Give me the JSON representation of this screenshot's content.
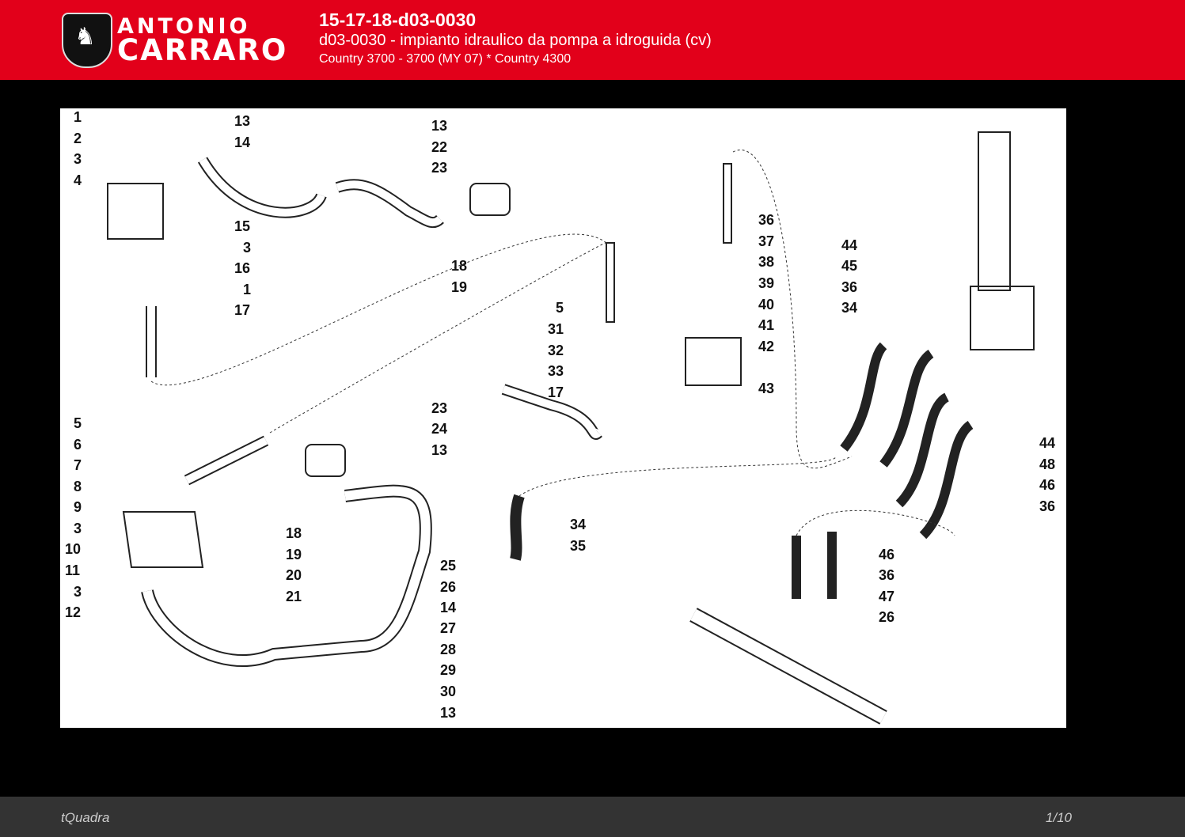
{
  "header": {
    "logo_text": "ANTONIO CARRARO",
    "logo_line1": "ANTONIO",
    "logo_line2": "CARRARO",
    "code": "15-17-18-d03-0030",
    "description": "d03-0030 - impianto idraulico da pompa a idroguida (cv)",
    "models": "Country 3700 - 3700 (MY 07) * Country 4300",
    "brand_color": "#e2001a"
  },
  "diagram": {
    "callouts": [
      "1",
      "2",
      "3",
      "4",
      "13",
      "14",
      "15",
      "3",
      "16",
      "1",
      "17",
      "13",
      "22",
      "23",
      "18",
      "19",
      "5",
      "31",
      "32",
      "33",
      "17",
      "36",
      "37",
      "38",
      "39",
      "40",
      "41",
      "42",
      "43",
      "44",
      "45",
      "36",
      "34",
      "44",
      "48",
      "46",
      "36",
      "5",
      "6",
      "7",
      "8",
      "9",
      "3",
      "10",
      "11",
      "3",
      "12",
      "23",
      "24",
      "13",
      "18",
      "19",
      "20",
      "21",
      "14",
      "27",
      "28",
      "29",
      "30",
      "13",
      "34",
      "35",
      "25",
      "26",
      "46",
      "36",
      "47",
      "26"
    ]
  },
  "footer": {
    "brand": "tQuadra",
    "page": "1/10"
  }
}
